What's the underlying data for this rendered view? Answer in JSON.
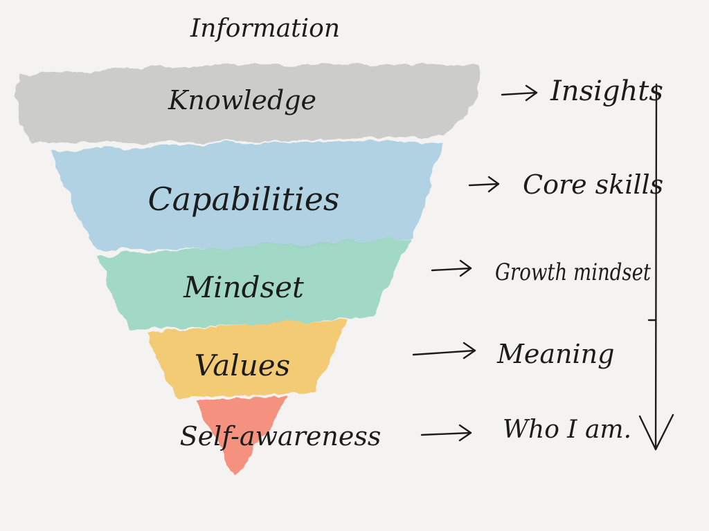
{
  "diagram": {
    "top_label": "Information",
    "layers": [
      {
        "label": "Knowledge",
        "outcome": "Insights",
        "color": "#c8c8c6"
      },
      {
        "label": "Capabilities",
        "outcome": "Core skills",
        "color": "#a9cfe2"
      },
      {
        "label": "Mindset",
        "outcome": "Growth mindset",
        "color": "#9ad6c2"
      },
      {
        "label": "Values",
        "outcome": "Meaning",
        "color": "#f2c86a"
      },
      {
        "label": "Self-awareness",
        "outcome": "Who I am.",
        "color": "#f58a76"
      }
    ]
  }
}
